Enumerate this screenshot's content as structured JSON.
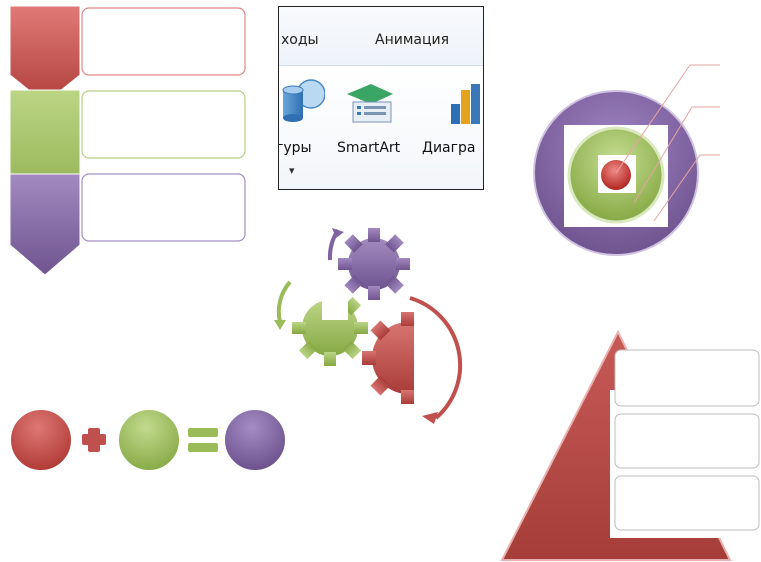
{
  "ribbon": {
    "tabs": [
      "ходы",
      "Анимация"
    ],
    "buttons": [
      "гуры",
      "SmartArt",
      "Диагра"
    ],
    "dropdown_arrow": "▾",
    "icons": [
      "shapes-icon",
      "smartart-icon",
      "chart-icon"
    ]
  },
  "colors": {
    "red": "#c0504d",
    "green": "#9bbb59",
    "purple": "#8064a2"
  },
  "smartart_samples": [
    "vertical-chevron-list",
    "gears",
    "target",
    "equation",
    "pyramid-list"
  ]
}
